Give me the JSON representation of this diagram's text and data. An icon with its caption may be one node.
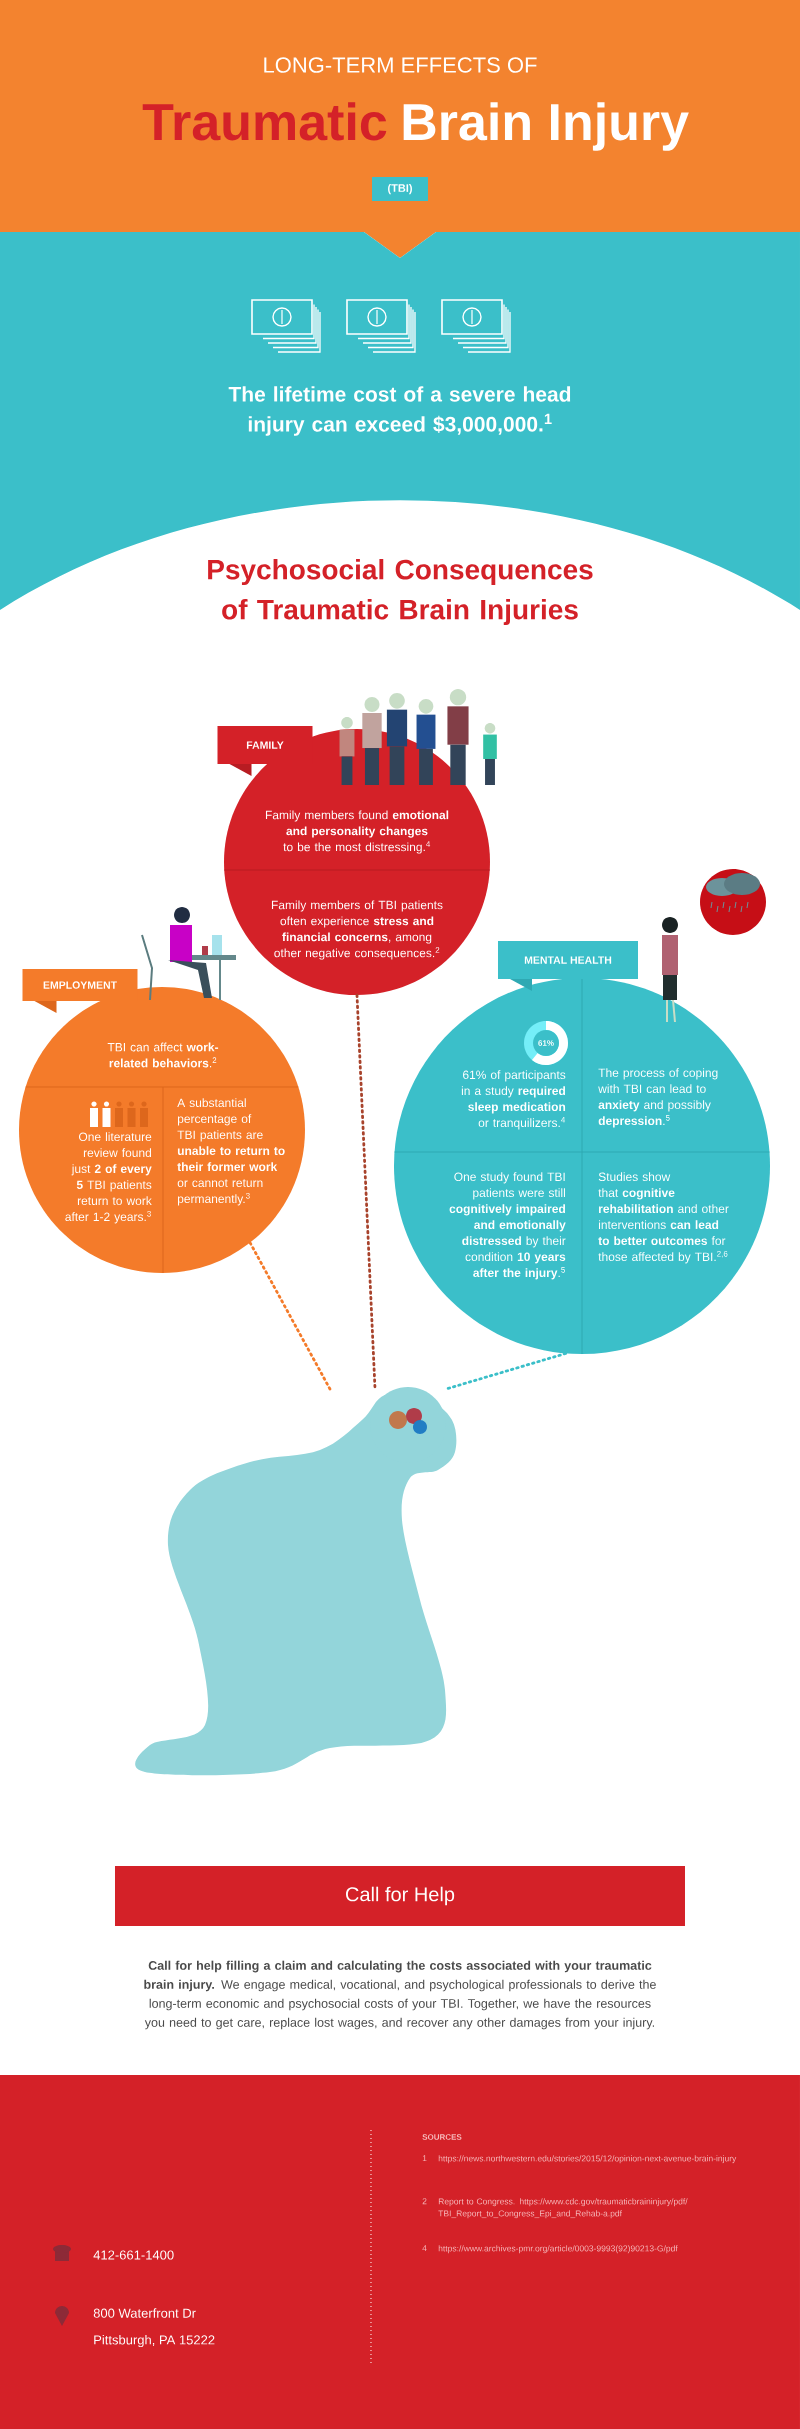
{
  "diagram": {
    "nodes": [
      {
        "text": [
          "(TBI)"
        ]
      },
      {
        "text": [
          "FAMILY",
          "Family members found **emotional and personality changes** to be the most distressing.$^{4}$",
          "Family members of TBI patients often experience **stress and financial concerns**, among other negative consequences.$^{2}$"
        ]
      },
      {
        "text": [
          "EMPLOYMENT",
          "TBI can affect **work-related behaviors**.$^{2}$",
          "One literature review found just **2 of every 5** TBI patients return to work after 1-2 years.$^{3}$",
          "A substantial percentage of TBI patients are **unable to return to their former work** or cannot return permanently.$^{3}$"
        ]
      },
      {
        "text": [
          "MENTAL HEALTH",
          "61% of participants in a study **required sleep medication** or tranquilizers.$^{4}$",
          "The process of coping with TBI can lead to **anxiety** and possibly **depression**.$^{5}$",
          "One study found TBI patients were still **cognitively impaired and emotionally distressed** by their condition **10 years after the injury**.$^{5}$",
          "Studies show that **cognitive rehabilitation** and other interventions **can lead to better outcomes** for those affected by TBI.$^{2,6}$"
        ]
      },
      {
        "text": [
          "61%"
        ],
        "in": 3
      },
      {
        "text": [],
        "shape": "person"
      },
      {
        "text": [
          "Call for Help"
        ]
      }
    ],
    "edges": [
      {
        "from": 1,
        "to": 5,
        "arrow": "none",
        "style": "dashed",
        "color": "#a8432c"
      },
      {
        "from": 2,
        "to": 5,
        "arrow": "none",
        "style": "dashed",
        "color": "#f47b2a"
      },
      {
        "from": 3,
        "to": 5,
        "arrow": "none",
        "style": "dashed",
        "color": "#3bbfc9"
      }
    ],
    "labels": [
      "LONG-TERM EFFECTS OF",
      "Traumatic",
      "Brain Injury",
      "The lifetime cost of a severe head injury can exceed $3,000,000.$^{1}$",
      "Psychosocial Consequences of Traumatic Brain Injuries",
      "**Call for help filling a claim and calculating the costs associated with your traumatic brain injury.** We engage medical, vocational, and psychological professionals to derive the long-term economic and psychosocial costs of your TBI. Together, we have the resources you need to get care, replace lost wages, and recover any other damages from your injury.",
      "412-661-1400",
      "800 Waterfront Dr",
      "Pittsburgh, PA 15222",
      "SOURCES",
      "1",
      "https://news.northwestern.edu/stories/2015/12/opinion-next-avenue-brain-injury",
      "2",
      "Report to Congress. https://www.cdc.gov/traumaticbraininjury/pdf/TBI_Report_to_Congress_Epi_and_Rehab-a.pdf",
      "4",
      "https://www.archives-pmr.org/article/0003-9993(92)90213-G/pdf"
    ]
  }
}
